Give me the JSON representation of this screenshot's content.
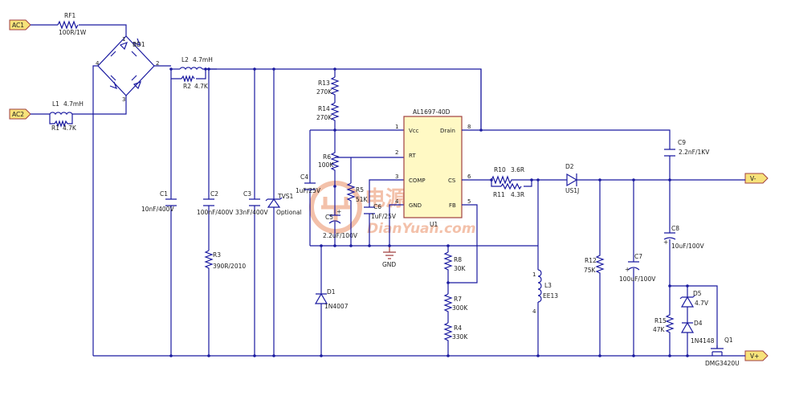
{
  "ports": {
    "ac1": "AC1",
    "ac2": "AC2",
    "vminus": "V-",
    "vplus": "V+"
  },
  "labels": {
    "rf1": "RF1",
    "rf1_val": "100R/1W",
    "bd1": "BD1",
    "bd1_p1": "1",
    "bd1_p2": "2",
    "bd1_p3": "3",
    "bd1_p4": "4",
    "l1": "L1",
    "l1_val": "4.7mH",
    "r1": "R1",
    "r1_val": "4.7K",
    "l2": "L2",
    "l2_val": "4.7mH",
    "r2": "R2",
    "r2_val": "4.7K",
    "c1": "C1",
    "c1_val": "10nF/400V",
    "c2": "C2",
    "c2_val": "100nF/400V",
    "r3": "R3",
    "r3_val": "390R/2010",
    "c3": "C3",
    "c3_val": "33nF/400V",
    "tvs1": "TVS1",
    "tvs1_val": "Optional",
    "r13": "R13",
    "r13_val": "270K",
    "r14": "R14",
    "r14_val": "270K",
    "r6": "R6",
    "r6_val": "100K",
    "c4": "C4",
    "c4_val": "1uF/25V",
    "r5": "R5",
    "r5_val": "51K",
    "c5": "C5",
    "c5_val": "2.2uF/100V",
    "c6": "C6",
    "c6_val": "1uF/25V",
    "d1": "D1",
    "d1_val": "1N4007",
    "u1": "U1",
    "u1_part": "AL1697-40D",
    "vcc": "Vcc",
    "rt": "RT",
    "comp": "COMP",
    "gndpin": "GND",
    "drain": "Drain",
    "cs": "CS",
    "fb": "FB",
    "u1_p1": "1",
    "u1_p2": "2",
    "u1_p3": "3",
    "u1_p4": "4",
    "u1_p5": "5",
    "u1_p6": "6",
    "u1_p8": "8",
    "gnd": "GND",
    "r8": "R8",
    "r8_val": "30K",
    "r7": "R7",
    "r7_val": "300K",
    "r4": "R4",
    "r4_val": "330K",
    "r10": "R10",
    "r10_val": "3.6R",
    "r11": "R11",
    "r11_val": "4.3R",
    "d2": "D2",
    "d2_val": "US1J",
    "l3": "L3",
    "l3_val": "EE13",
    "l3_p1": "1",
    "l3_p4": "4",
    "r12": "R12",
    "r12_val": "75K",
    "c7": "C7",
    "c7_val": "100uF/100V",
    "c9": "C9",
    "c9_val": "2.2nF/1KV",
    "c8": "C8",
    "c8_val": "10uF/100V",
    "d5": "D5",
    "d5_val": "4.7V",
    "d4": "D4",
    "d4_val": "1N4148",
    "r15": "R15",
    "r15_val": "47K",
    "q1": "Q1",
    "q1_val": "DMG3420U"
  },
  "watermark": {
    "cn": "电源网",
    "en": "DianYuan.com"
  },
  "colors": {
    "wire": "#1a1aa0",
    "port_fill": "#f7e27a",
    "port_border": "#a04040",
    "ic_fill": "#fff9c4",
    "watermark": "#f2b79c"
  }
}
